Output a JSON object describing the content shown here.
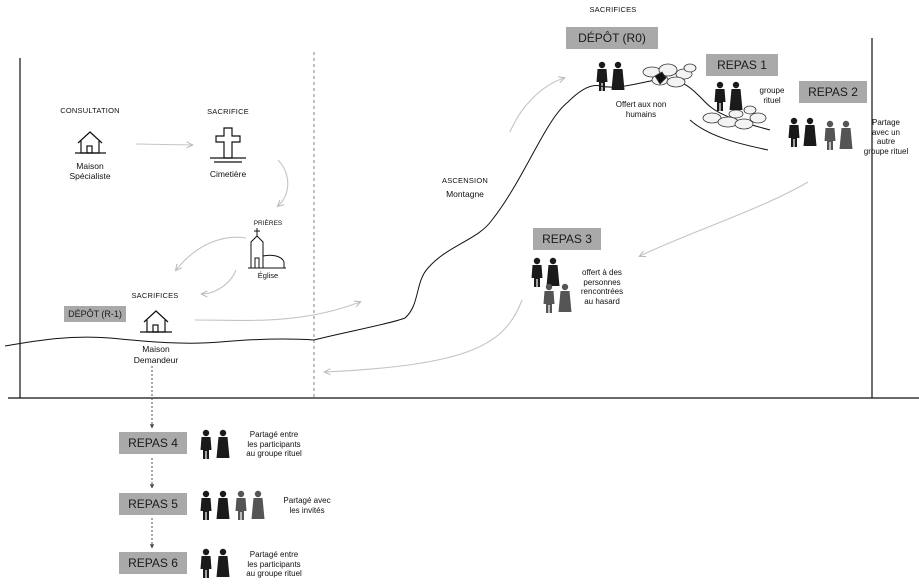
{
  "header": {
    "sacrifices_top": "SACRIFICES"
  },
  "boxes": {
    "depot_r0": "DÉPÔT (R0)",
    "repas1": "REPAS 1",
    "repas2": "REPAS 2",
    "repas3": "REPAS 3",
    "depot_r1": "DÉPÔT (R-1)",
    "repas4": "REPAS 4",
    "repas5": "REPAS 5",
    "repas6": "REPAS 6"
  },
  "places": {
    "consultation_title": "CONSULTATION",
    "consultation_place_1": "Maison",
    "consultation_place_2": "Spécialiste",
    "sacrifice_title": "SACRIFICE",
    "cemetery": "Cimetière",
    "prayers_title": "PRIÈRES",
    "church": "Église",
    "sacrifices_title": "SACRIFICES",
    "house_1": "Maison",
    "house_2": "Demandeur",
    "ascension_title": "ASCENSION",
    "mountain": "Montagne"
  },
  "notes": {
    "offert_non_humains_1": "Offert aux non",
    "offert_non_humains_2": "humains",
    "groupe_rituel_1": "groupe",
    "groupe_rituel_2": "rituel",
    "partage_autre_1": "Partage",
    "partage_autre_2": "avec un",
    "partage_autre_3": "autre",
    "partage_autre_4": "groupe rituel",
    "offert_hasard_1": "offert à des",
    "offert_hasard_2": "personnes",
    "offert_hasard_3": "rencontrées",
    "offert_hasard_4": "au hasard",
    "repas4_note_1": "Partagé entre",
    "repas4_note_2": "les participants",
    "repas4_note_3": "au groupe rituel",
    "repas5_note_1": "Partagé avec",
    "repas5_note_2": "les invités",
    "repas6_note_1": "Partagé entre",
    "repas6_note_2": "les participants",
    "repas6_note_3": "au groupe rituel"
  },
  "icons": {
    "house": "house-icon",
    "grave": "grave-cross-icon",
    "church": "church-icon",
    "person": "person-silhouette-icon",
    "offering": "offering-heap-icon"
  },
  "colors": {
    "box_fill": "#a9a9a9",
    "ink": "#111111",
    "arrow": "#c4c4c4",
    "person_dark": "#1a1a1a",
    "person_grey": "#555555"
  }
}
